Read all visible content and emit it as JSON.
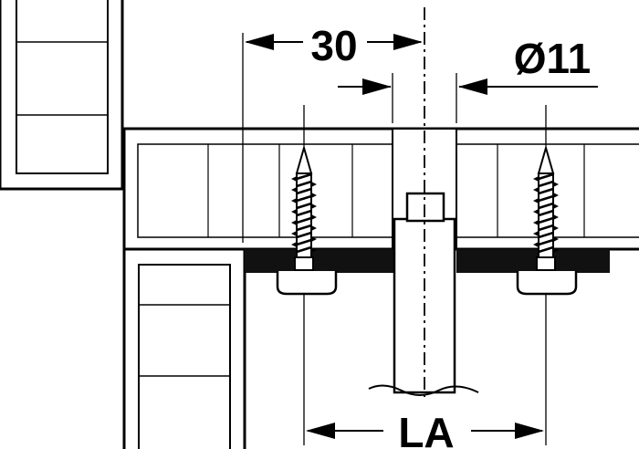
{
  "colors": {
    "line": "#000000",
    "fill": "#ffffff",
    "rail": "#111111"
  },
  "dimensions": {
    "width_label": "30",
    "diameter_label": "Ø11",
    "spacing_label": "LA"
  },
  "icons": {
    "screw": "screw-icon",
    "arrow": "arrow-icon"
  }
}
